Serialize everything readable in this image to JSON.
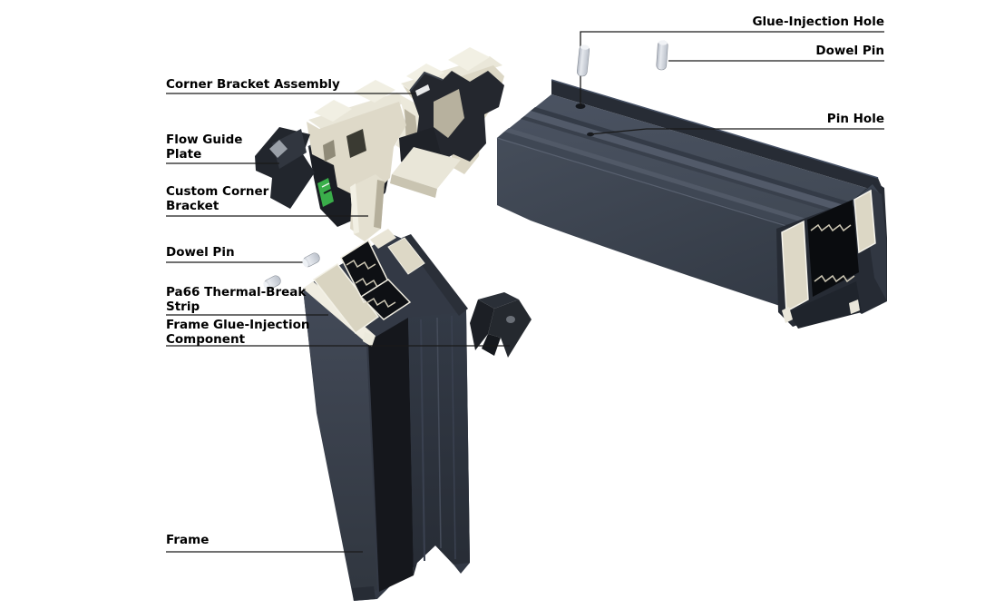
{
  "diagram": {
    "description": "Exploded-view diagram of an aluminum window frame corner assembly",
    "background": "#ffffff"
  },
  "labels": {
    "glue_injection_hole": "Glue-Injection Hole",
    "dowel_pin_right": "Dowel Pin",
    "pin_hole": "Pin Hole",
    "corner_bracket_assembly": "Corner Bracket Assembly",
    "flow_guide_plate": "Flow Guide\nPlate",
    "custom_corner_bracket": "Custom Corner\nBracket",
    "dowel_pin_left": "Dowel Pin",
    "pa66_thermal_break_strip": "Pa66 Thermal-Break\nStrip",
    "frame_glue_injection_component": "Frame Glue-Injection\nComponent",
    "frame": "Frame"
  },
  "colors": {
    "label_text": "#000000",
    "leader_line": "#1a1a1a",
    "profile_charcoal_top": "#454d5b",
    "profile_charcoal_front": "#3d4551",
    "profile_charcoal_dark": "#262b34",
    "thermal_strip_black": "#0b0d10",
    "chamber_cream": "#ddd8c6",
    "cream_bright": "#f0eee2",
    "bracket_black": "#23262c",
    "dowel_pin_gray": "#ccd1d8",
    "sticker_green": "#3aae4a"
  }
}
